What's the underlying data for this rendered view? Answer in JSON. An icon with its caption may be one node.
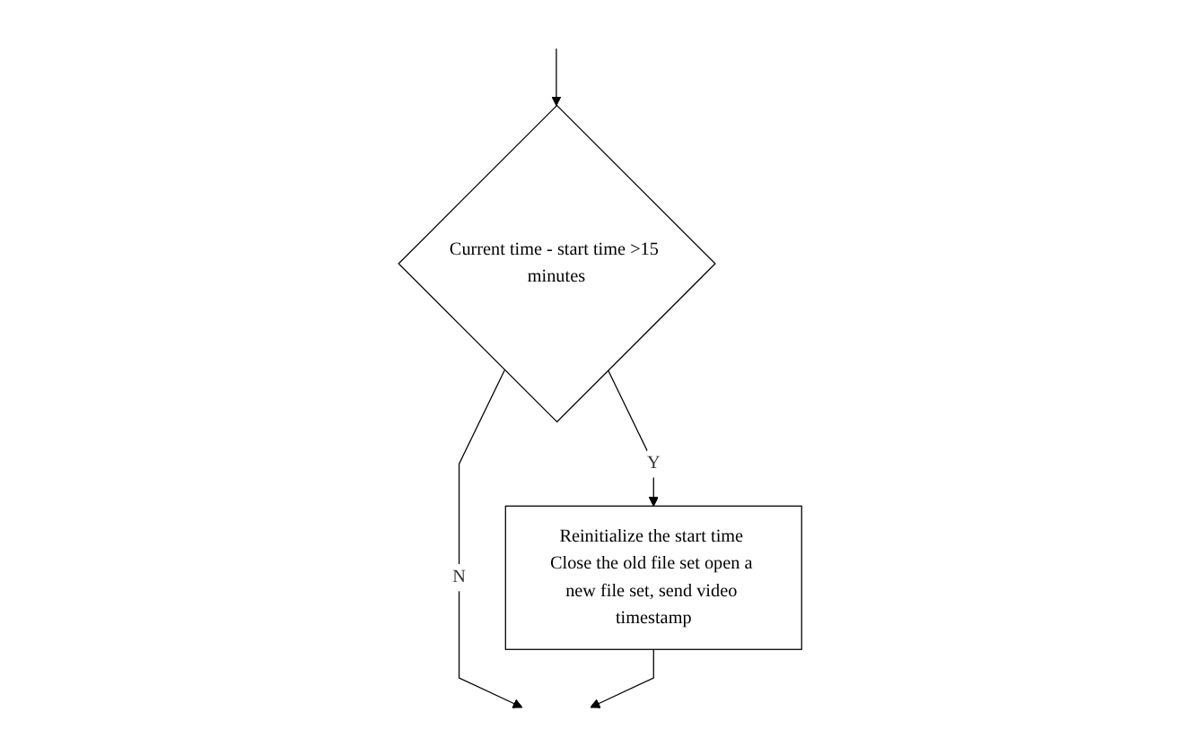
{
  "diagram": {
    "nodes": [
      {
        "text": [
          "Current time - start time >15 minutes"
        ]
      },
      {
        "text": [
          "Reinitialize the start time Close the old file set open a new file set, send video timestamp"
        ]
      }
    ],
    "edges": [
      {
        "from": null,
        "to": 0,
        "arrow": "to"
      },
      {
        "from": 0,
        "to": 1,
        "label": "Y",
        "arrow": "to"
      },
      {
        "from": 0,
        "to": null,
        "label": "N",
        "arrow": "to"
      },
      {
        "from": 1,
        "to": null,
        "arrow": "to"
      }
    ]
  }
}
